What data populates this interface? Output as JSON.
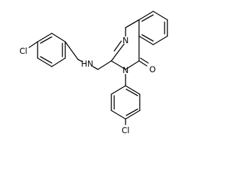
{
  "molecule": {
    "atom_labels": {
      "cl_left": "Cl",
      "nh": "HN",
      "n_ring": "N",
      "n_sub": "N",
      "oxygen": "O",
      "cl_bottom": "Cl"
    }
  },
  "colors": {
    "bond": "#000000",
    "text": "#000000",
    "background": "#ffffff"
  }
}
